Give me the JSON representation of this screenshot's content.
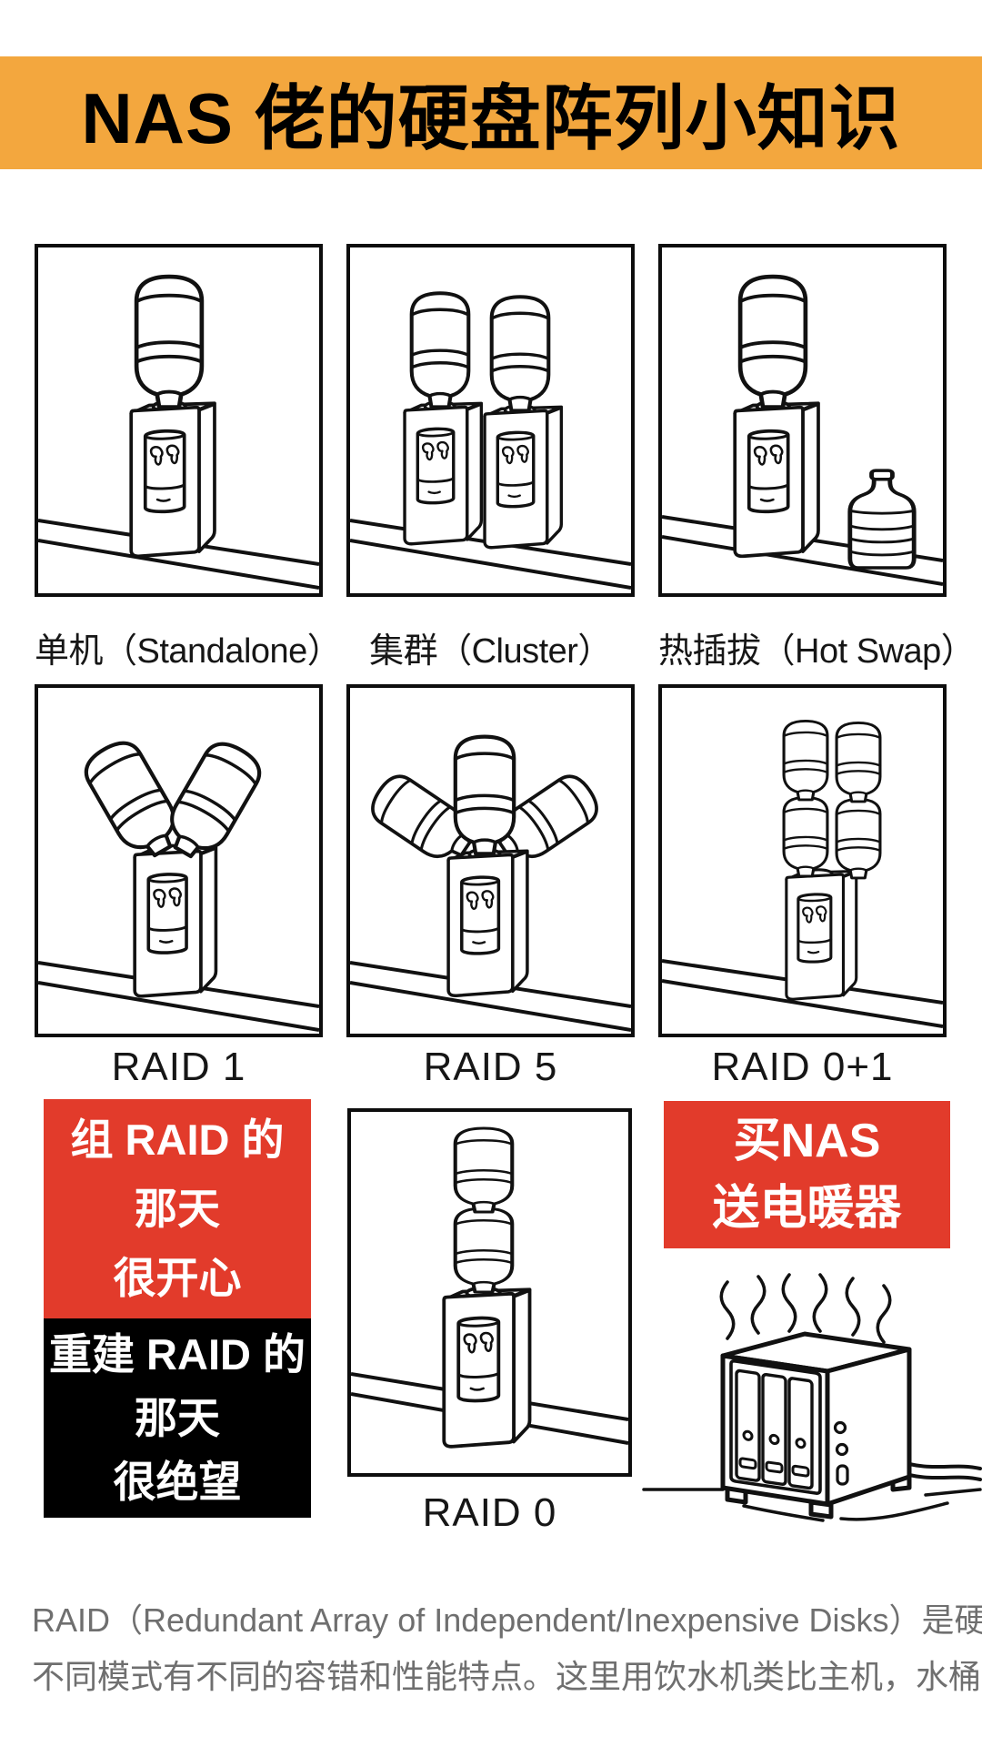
{
  "title": "NAS 佬的硬盘阵列小知识",
  "colors": {
    "banner_orange": "#F3A73E",
    "callout_red": "#E23B2B",
    "callout_black": "#000000",
    "footer_gray": "#6F6F6F",
    "line_art": "#111111"
  },
  "panels": {
    "standalone": {
      "label": "单机（Standalone）"
    },
    "cluster": {
      "label": "集群（Cluster）"
    },
    "hotswap": {
      "label": "热插拔（Hot Swap）"
    },
    "raid1": {
      "label": "RAID 1"
    },
    "raid5": {
      "label": "RAID 5"
    },
    "raid01": {
      "label": "RAID 0+1"
    },
    "raid0": {
      "label": "RAID 0"
    }
  },
  "callouts": {
    "happy": {
      "line1": "组 RAID 的",
      "line2": "那天",
      "line3": "很开心"
    },
    "despair": {
      "line1": "重建 RAID 的",
      "line2": "那天",
      "line3": "很绝望"
    },
    "heater": {
      "line1": "买NAS",
      "line2": "送电暖器"
    }
  },
  "footer": {
    "line1": "RAID（Redundant Array of Independent/Inexpensive Disks）是硬盘阵列技术，",
    "line2": "不同模式有不同的容错和性能特点。这里用饮水机类比主机，水桶类比硬盘。"
  }
}
